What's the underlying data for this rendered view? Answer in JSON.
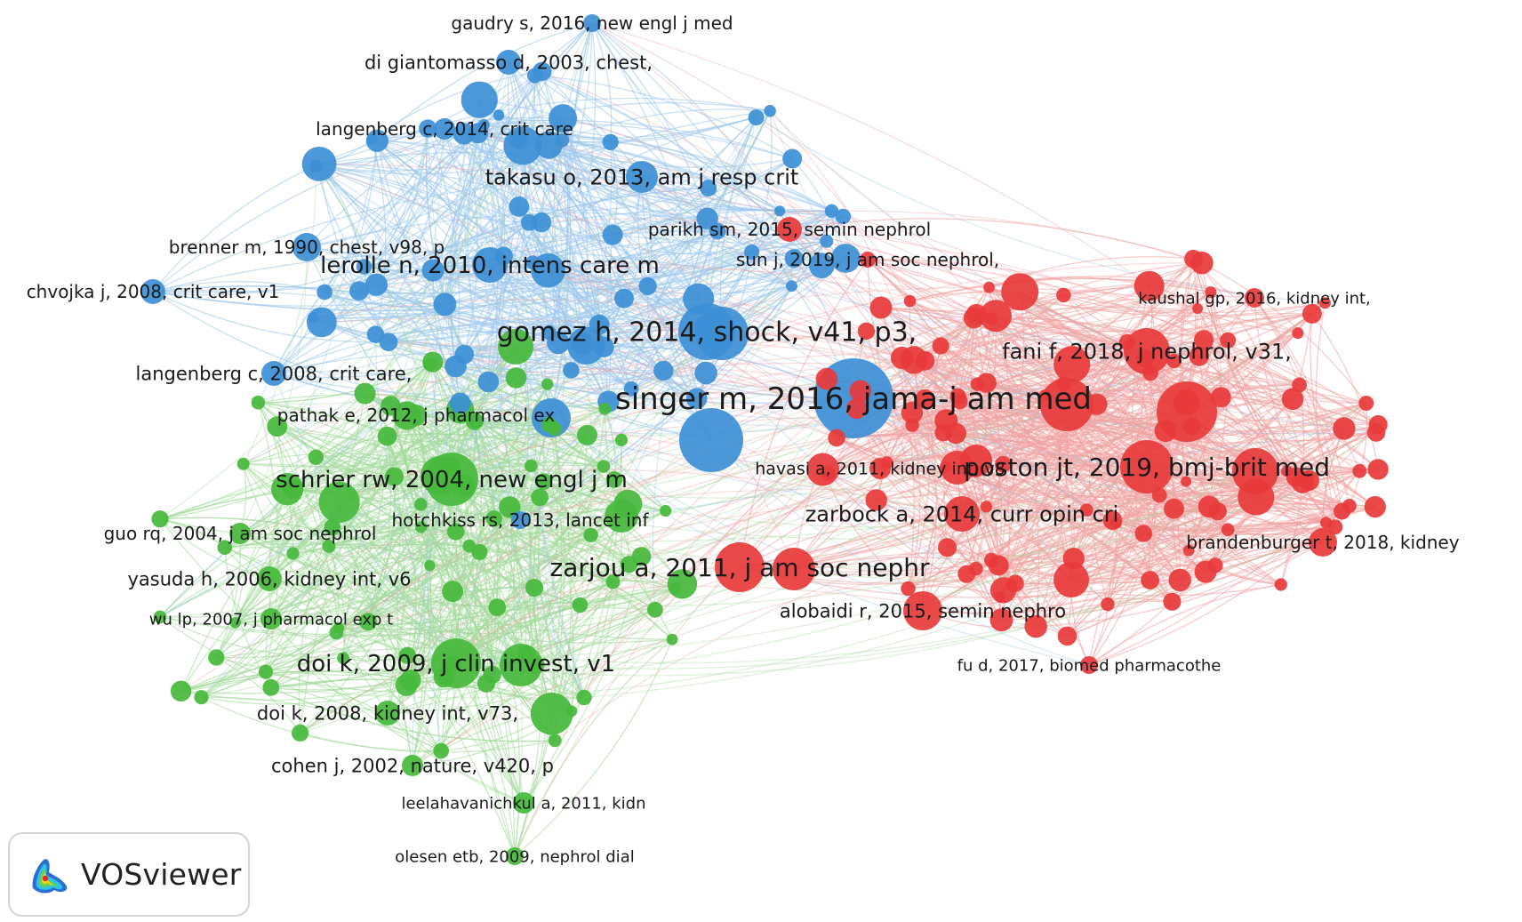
{
  "clusters": [
    {
      "name": "blue",
      "color": "#3d8fd6",
      "edge": "#9cc6ec"
    },
    {
      "name": "green",
      "color": "#46b83c",
      "edge": "#a3d99b"
    },
    {
      "name": "red",
      "color": "#e8393b",
      "edge": "#f1a3a3"
    }
  ],
  "labels": [
    {
      "text": "gaudry s, 2016, new engl j med",
      "cluster": "blue"
    },
    {
      "text": "di giantomasso d, 2003, chest,",
      "cluster": "blue"
    },
    {
      "text": "langenberg c, 2014, crit care",
      "cluster": "blue"
    },
    {
      "text": "takasu o, 2013, am j resp crit",
      "cluster": "blue"
    },
    {
      "text": "parikh sm, 2015, semin nephrol",
      "cluster": "red"
    },
    {
      "text": "brenner m, 1990, chest, v98, p",
      "cluster": "blue"
    },
    {
      "text": "sun j, 2019, j am soc nephrol,",
      "cluster": "red"
    },
    {
      "text": "lerolle n, 2010, intens care m",
      "cluster": "blue"
    },
    {
      "text": "chvojka j, 2008, crit care, v1",
      "cluster": "blue"
    },
    {
      "text": "kaushal gp, 2016, kidney int,",
      "cluster": "red"
    },
    {
      "text": "gomez h, 2014, shock, v41, p3,",
      "cluster": "blue"
    },
    {
      "text": "fani f, 2018, j nephrol, v31,",
      "cluster": "red"
    },
    {
      "text": "langenberg c, 2008, crit care,",
      "cluster": "blue"
    },
    {
      "text": "singer m, 2016, jama-j am med",
      "cluster": "blue"
    },
    {
      "text": "pathak e, 2012, j pharmacol ex",
      "cluster": "green"
    },
    {
      "text": "havasi a, 2011, kidney int, v8",
      "cluster": "red"
    },
    {
      "text": "poston jt, 2019, bmj-brit med",
      "cluster": "red"
    },
    {
      "text": "schrier rw, 2004, new engl j m",
      "cluster": "green"
    },
    {
      "text": "zarbock a, 2014, curr opin cri",
      "cluster": "red"
    },
    {
      "text": "hotchkiss rs, 2013, lancet inf",
      "cluster": "blue"
    },
    {
      "text": "guo rq, 2004, j am soc nephrol",
      "cluster": "green"
    },
    {
      "text": "brandenburger t, 2018, kidney",
      "cluster": "red"
    },
    {
      "text": "zarjou a, 2011, j am soc nephr",
      "cluster": "red"
    },
    {
      "text": "yasuda h, 2006, kidney int, v6",
      "cluster": "green"
    },
    {
      "text": "alobaidi r, 2015, semin nephro",
      "cluster": "red"
    },
    {
      "text": "wu lp, 2007, j pharmacol exp t",
      "cluster": "green"
    },
    {
      "text": "fu d, 2017, biomed pharmacothe",
      "cluster": "red"
    },
    {
      "text": "doi k, 2009, j clin invest, v1",
      "cluster": "green"
    },
    {
      "text": "doi k, 2008, kidney int, v73,",
      "cluster": "green"
    },
    {
      "text": "cohen j, 2002, nature, v420, p",
      "cluster": "green"
    },
    {
      "text": "leelahavanichkul a, 2011, kidn",
      "cluster": "green"
    },
    {
      "text": "olesen etb, 2009, nephrol dial",
      "cluster": "green"
    }
  ],
  "logo": {
    "text": "VOSviewer",
    "icon": "vosviewer-density-logo-icon"
  }
}
